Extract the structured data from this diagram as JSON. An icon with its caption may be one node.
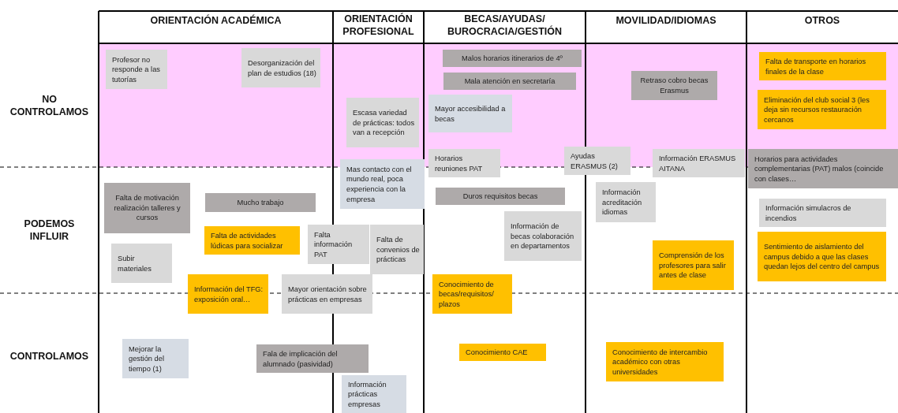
{
  "diagram": {
    "nodes": [
      {
        "text": [
          "Profesor no responde a las tutorías"
        ]
      },
      {
        "text": [
          "Desorganización del plan de estudios (18)"
        ]
      },
      {
        "text": [
          "Escasa variedad de prácticas: todos van a recepción"
        ]
      },
      {
        "text": [
          "Mas contacto con el mundo real, poca experiencia con la empresa"
        ]
      },
      {
        "text": [
          "Falta de motivación realización talleres y cursos"
        ]
      },
      {
        "text": [
          "Mucho trabajo"
        ]
      },
      {
        "text": [
          "Falta de actividades lúdicas para socializar"
        ]
      },
      {
        "text": [
          "Falta información PAT"
        ]
      },
      {
        "text": [
          "Falta de convenios de prácticas"
        ]
      },
      {
        "text": [
          "Subir materiales"
        ]
      },
      {
        "text": [
          "Información del TFG: exposición oral…"
        ]
      },
      {
        "text": [
          "Mayor orientación sobre prácticas en empresas"
        ]
      },
      {
        "text": [
          "Mejorar la gestión del tiempo (1)"
        ]
      },
      {
        "text": [
          "Fala de implicación del alumnado (pasividad)"
        ]
      },
      {
        "text": [
          "Información prácticas empresas"
        ]
      },
      {
        "text": [
          "Malos horarios itinerarios de 4º"
        ]
      },
      {
        "text": [
          "Mala atención en secretaría"
        ]
      },
      {
        "text": [
          "Mayor accesibilidad a becas"
        ]
      },
      {
        "text": [
          "Horarios reuniones PAT"
        ]
      },
      {
        "text": [
          "Duros requisitos becas"
        ]
      },
      {
        "text": [
          "Información de becas colaboración en departamentos"
        ]
      },
      {
        "text": [
          "Conocimiento de becas/requisitos/ plazos"
        ]
      },
      {
        "text": [
          "Conocimiento CAE"
        ]
      },
      {
        "text": [
          "Ayudas ERASMUS (2)"
        ]
      },
      {
        "text": [
          "Retraso cobro becas Erasmus"
        ]
      },
      {
        "text": [
          "Información ERASMUS AITANA"
        ]
      },
      {
        "text": [
          "Información acreditación idiomas"
        ]
      },
      {
        "text": [
          "Comprensión de los profesores para salir antes de clase"
        ]
      },
      {
        "text": [
          "Conocimiento de intercambio académico con otras universidades"
        ]
      },
      {
        "text": [
          "Falta de transporte en horarios finales de la clase"
        ]
      },
      {
        "text": [
          "Eliminación del club social 3 (les deja sin recursos restauración cercanos"
        ]
      },
      {
        "text": [
          "Horarios para actividades complementarias (PAT) malos (coincide con clases…"
        ]
      },
      {
        "text": [
          "Información  simulacros de incendios"
        ]
      },
      {
        "text": [
          "Sentimiento de aislamiento del campus debido a que las clases quedan lejos del centro del campus"
        ]
      }
    ],
    "labels": [
      "ORIENTACIÓN ACADÉMICA",
      "ORIENTACIÓN PROFESIONAL",
      "BECAS/AYUDAS/ BUROCRACIA/GESTIÓN",
      "MOVILIDAD/IDIOMAS",
      "OTROS",
      "NO CONTROLAMOS",
      "PODEMOS INFLUIR",
      "CONTROLAMOS"
    ]
  }
}
